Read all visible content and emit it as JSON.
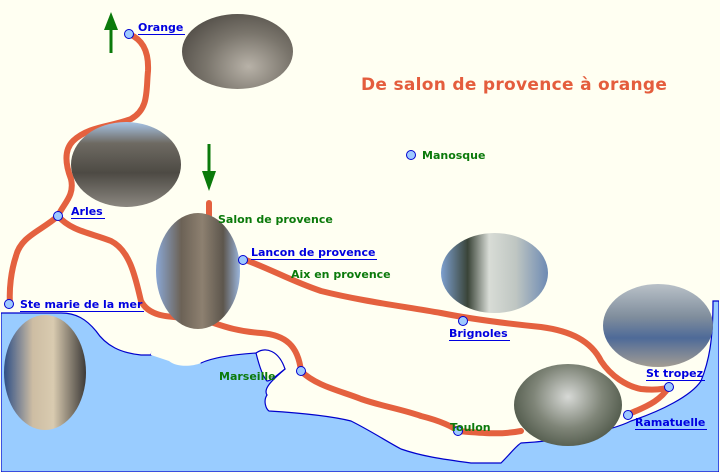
{
  "title": "De salon de provence à orange",
  "colors": {
    "background": "#fffff2",
    "sea": "#99ccff",
    "coastline": "#0000cc",
    "route": "#e4613f",
    "title": "#e45d3d",
    "link": "#0000e0",
    "plain_label": "#0b7a0b",
    "arrow": "#0b7a0b",
    "city_dot": "#9ec9ff"
  },
  "arrows": [
    {
      "name": "end-arrow-up",
      "direction": "up",
      "near": "Orange"
    },
    {
      "name": "start-arrow-down",
      "direction": "down",
      "near": "Salon de provence"
    }
  ],
  "cities": {
    "orange": {
      "label": "Orange",
      "linked": true
    },
    "arles": {
      "label": "Arles",
      "linked": true
    },
    "ste_marie": {
      "label": "Ste marie de la mer",
      "linked": true
    },
    "salon": {
      "label": "Salon de provence",
      "linked": false
    },
    "lancon": {
      "label": "Lancon de provence",
      "linked": true
    },
    "aix": {
      "label": "Aix en provence",
      "linked": false
    },
    "manosque": {
      "label": "Manosque",
      "linked": false
    },
    "marseille": {
      "label": "Marseille",
      "linked": false
    },
    "brignoles": {
      "label": "Brignoles",
      "linked": true
    },
    "toulon": {
      "label": "Toulon",
      "linked": false
    },
    "st_tropez": {
      "label": "St tropez",
      "linked": true
    },
    "ramatuelle": {
      "label": "Ramatuelle",
      "linked": true
    }
  },
  "photos": [
    {
      "name": "orange-theatre-photo"
    },
    {
      "name": "arles-arena-photo"
    },
    {
      "name": "salon-tower-photo"
    },
    {
      "name": "ste-marie-church-photo"
    },
    {
      "name": "brignoles-building-photo"
    },
    {
      "name": "st-tropez-harbour-photo"
    },
    {
      "name": "ramatuelle-village-photo"
    }
  ]
}
